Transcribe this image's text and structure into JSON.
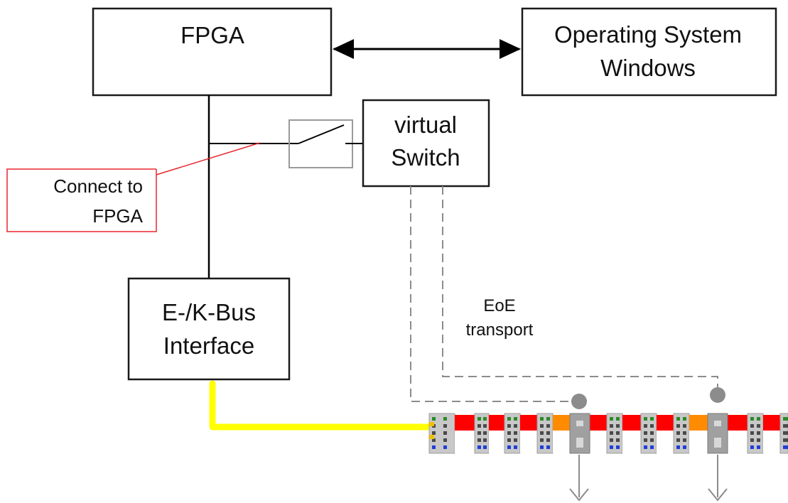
{
  "boxes": {
    "fpga": "FPGA",
    "os_line1": "Operating System",
    "os_line2": "Windows",
    "vswitch_line1": "virtual",
    "vswitch_line2": "Switch",
    "bus_line1": "E-/K-Bus",
    "bus_line2": "Interface"
  },
  "callout": {
    "line1": "Connect to",
    "line2": "FPGA"
  },
  "eoe": {
    "line1": "EoE",
    "line2": "transport"
  },
  "colors": {
    "outline": "#1a1a1a",
    "callout_red": "#e8262d",
    "bus_yellow": "#ffff00",
    "dashed": "#8c8c8c",
    "terminal_red": "#ff0000",
    "terminal_orange": "#ff8c00",
    "terminal_grey": "#c8c8c8"
  }
}
